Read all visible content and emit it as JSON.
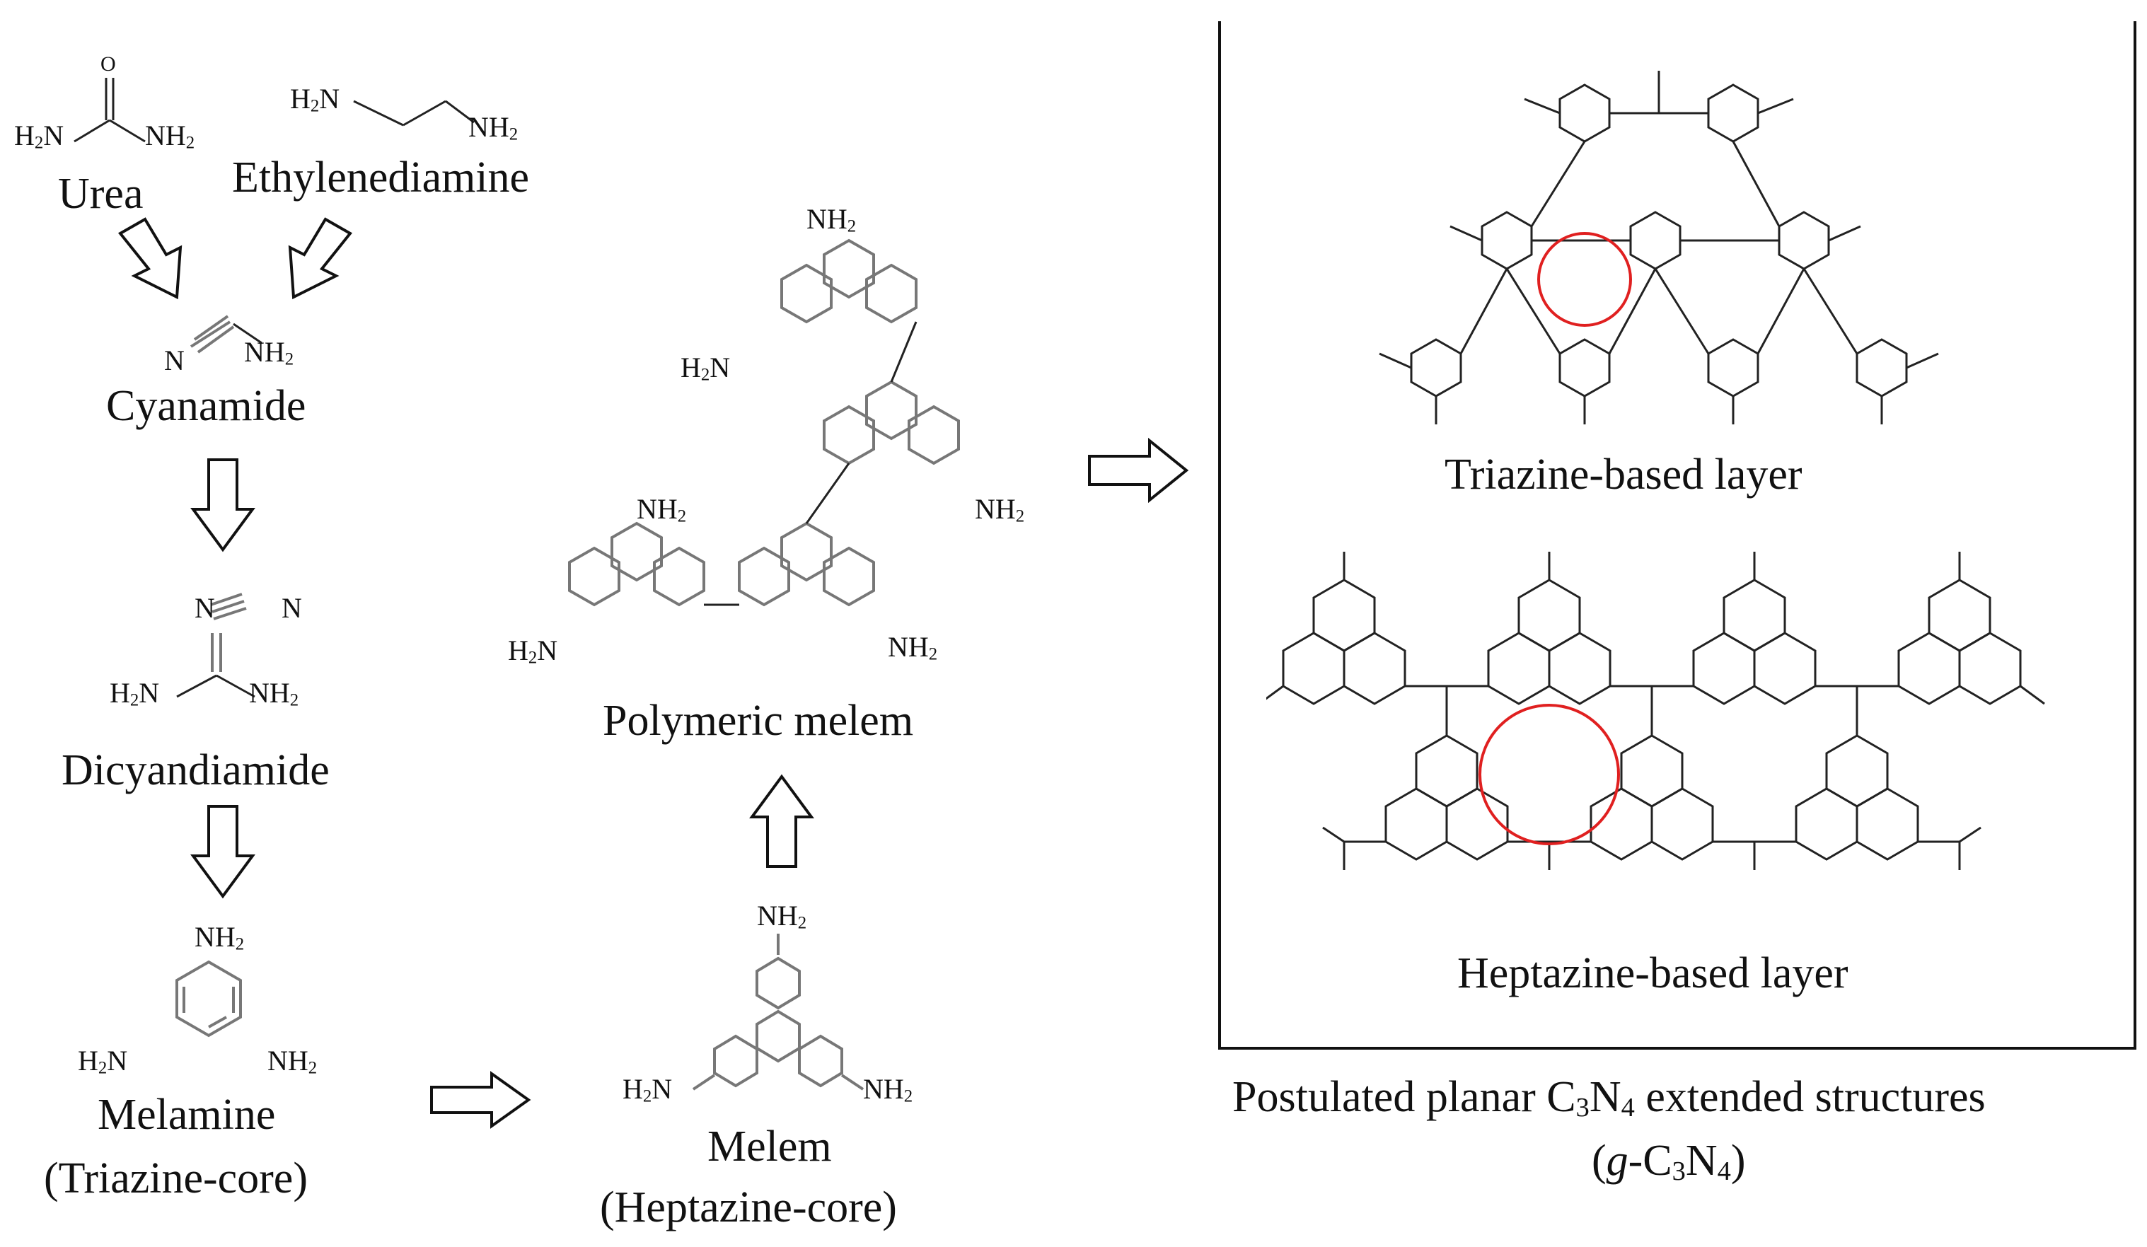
{
  "labels": {
    "urea": "Urea",
    "ethylenediamine": "Ethylenediamine",
    "cyanamide": "Cyanamide",
    "dicyandiamide": "Dicyandiamide",
    "melamine": "Melamine",
    "melamine_core": "(Triazine-core)",
    "melem": "Melem",
    "melem_core": "(Heptazine-core)",
    "polymeric_melem": "Polymeric melem",
    "triazine_layer": "Triazine-based layer",
    "heptazine_layer": "Heptazine-based layer",
    "caption_line1_prefix": "Postulated planar C",
    "caption_sub1": "3",
    "caption_mid": "N",
    "caption_sub2": "4",
    "caption_line1_suffix": " extended structures",
    "caption_line2_open": "(",
    "caption_line2_g": "g",
    "caption_line2_rest": "-C",
    "caption_line2_sub1": "3",
    "caption_line2_n": "N",
    "caption_line2_sub2": "4",
    "caption_line2_close": ")"
  },
  "atoms": {
    "o": "O",
    "n": "N",
    "h2n": "H",
    "nh2": "NH",
    "sub2": "2"
  },
  "colors": {
    "highlight": "#e02020",
    "ink": "#111111"
  }
}
